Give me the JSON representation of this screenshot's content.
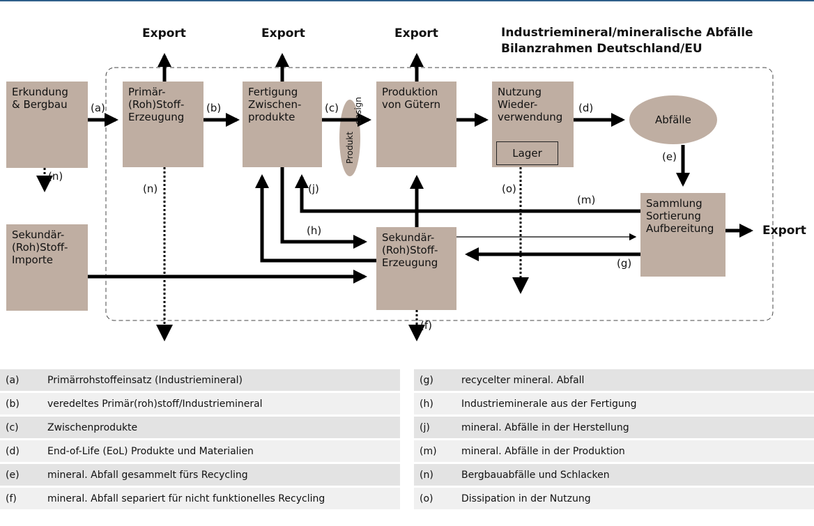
{
  "title_lines": [
    "Industriemineral/mineralische Abfälle",
    "Bilanzrahmen Deutschland/EU"
  ],
  "export_label": "Export",
  "boxes": {
    "exploration": "Erkundung\n& Bergbau",
    "primary": "Primär-\n(Roh)Stoff-\nErzeugung",
    "manufacturing": "Fertigung\nZwischen-\nprodukte",
    "production": "Produktion\nvon Gütern",
    "use": "Nutzung\nWieder-\nverwendung",
    "storage": "Lager",
    "waste": "Abfälle",
    "collection": "Sammlung\nSortierung\nAufbereitung",
    "secondary_imports": "Sekundär-\n(Roh)Stoff-\nImporte",
    "secondary_production": "Sekundär-\n(Roh)Stoff-\nErzeugung"
  },
  "product_design": [
    "Produkt",
    "design"
  ],
  "flow_labels": {
    "a": "(a)",
    "b": "(b)",
    "c": "(c)",
    "d": "(d)",
    "e": "(e)",
    "f": "(f)",
    "g": "(g)",
    "h": "(h)",
    "j": "(j)",
    "m": "(m)",
    "n1": "(n)",
    "n2": "(n)",
    "o": "(o)"
  },
  "legend_left": [
    {
      "key": "(a)",
      "text": "Primärrohstoffeinsatz (Industriemineral)"
    },
    {
      "key": "(b)",
      "text": "veredeltes Primär(roh)stoff/Industriemineral"
    },
    {
      "key": "(c)",
      "text": "Zwischenprodukte"
    },
    {
      "key": "(d)",
      "text": "End-of-Life (EoL) Produkte und Materialien"
    },
    {
      "key": "(e)",
      "text": "mineral. Abfall gesammelt fürs Recycling"
    },
    {
      "key": "(f)",
      "text": "mineral. Abfall separiert für nicht funktionelles Recycling"
    }
  ],
  "legend_right": [
    {
      "key": "(g)",
      "text": "recycelter mineral. Abfall"
    },
    {
      "key": "(h)",
      "text": "Industrieminerale aus der Fertigung"
    },
    {
      "key": "(j)",
      "text": "mineral. Abfälle in der Herstellung"
    },
    {
      "key": "(m)",
      "text": "mineral. Abfälle in der Produktion"
    },
    {
      "key": "(n)",
      "text": "Bergbauabfälle und Schlacken"
    },
    {
      "key": "(o)",
      "text": "Dissipation in der Nutzung"
    }
  ],
  "colors": {
    "box_fill": "#bfaea2",
    "arrow": "#000000",
    "rule": "#2f5f8a"
  }
}
